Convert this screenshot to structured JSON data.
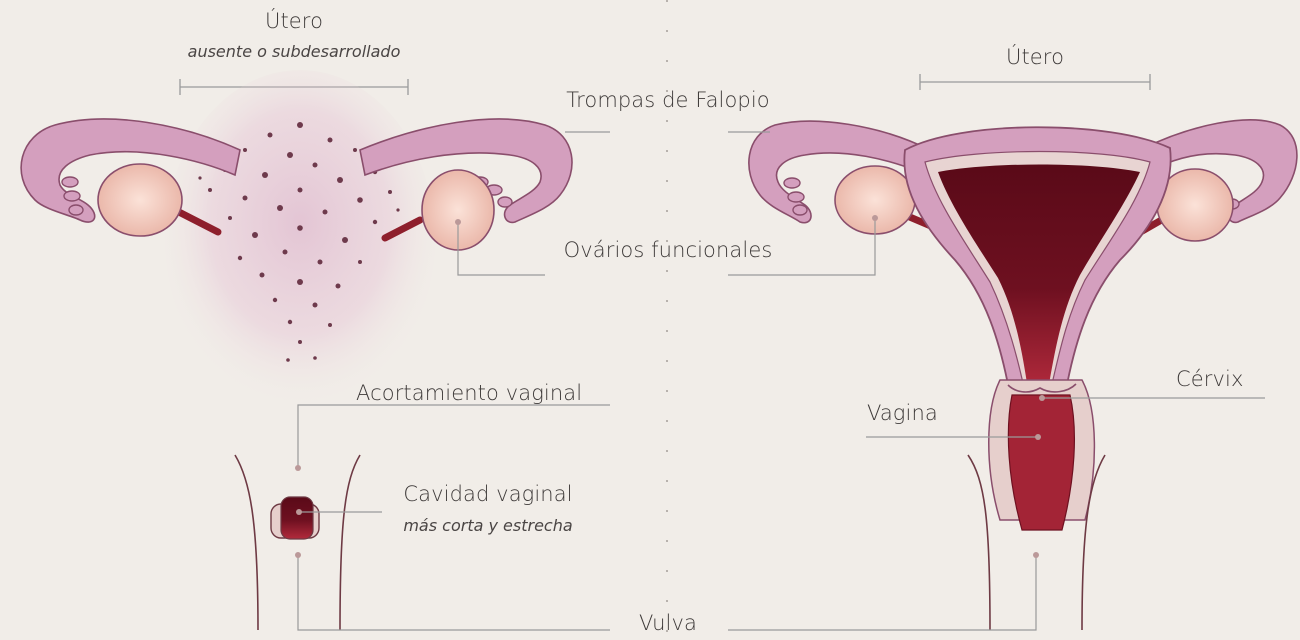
{
  "left_panel": {
    "uterus": {
      "label": "Útero",
      "note": "ausente o subdesarrollado"
    },
    "vaginal_shortening": {
      "label": "Acortamiento vaginal"
    },
    "vaginal_cavity": {
      "label": "Cavidad vaginal",
      "note": "más corta y estrecha"
    }
  },
  "shared": {
    "fallopian_tubes": {
      "label": "Trompas de Falopio"
    },
    "ovaries": {
      "label": "Ovários funcionales"
    },
    "vulva": {
      "label": "Vulva"
    }
  },
  "right_panel": {
    "uterus": {
      "label": "Útero"
    },
    "cervix": {
      "label": "Cérvix"
    },
    "vagina": {
      "label": "Vagina"
    }
  },
  "colors": {
    "background": "#f1ede8",
    "tube_pink": "#d49fbe",
    "tube_stroke": "#8a4e6c",
    "ovary": "#efc2b5",
    "dark_red": "#6b0f1e",
    "medium_red": "#a32436",
    "leader_line": "#9a9a9a",
    "text": "#3e3a39"
  }
}
